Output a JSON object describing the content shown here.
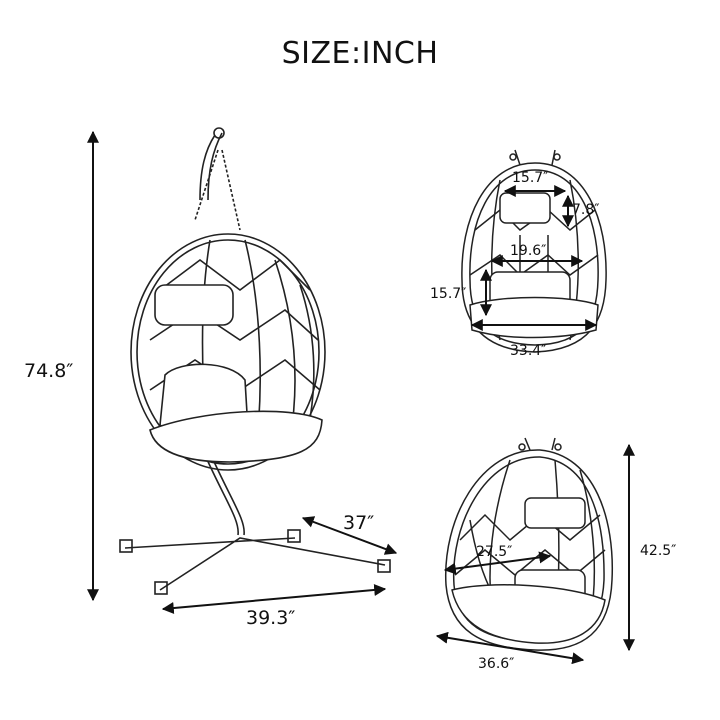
{
  "title": "SIZE:INCH",
  "views": {
    "side": {
      "height": "74.8″",
      "base_width": "39.3″",
      "base_depth": "37″"
    },
    "front": {
      "headrest_width": "15.7″",
      "headrest_height": "7.8″",
      "inner_width": "19.6″",
      "back_height": "15.7″",
      "seat_width": "33.4″"
    },
    "angled": {
      "seat_depth": "27.5″",
      "basket_height": "42.5″",
      "basket_width": "36.6″"
    }
  },
  "colors": {
    "line": "#111111",
    "background": "#ffffff"
  }
}
